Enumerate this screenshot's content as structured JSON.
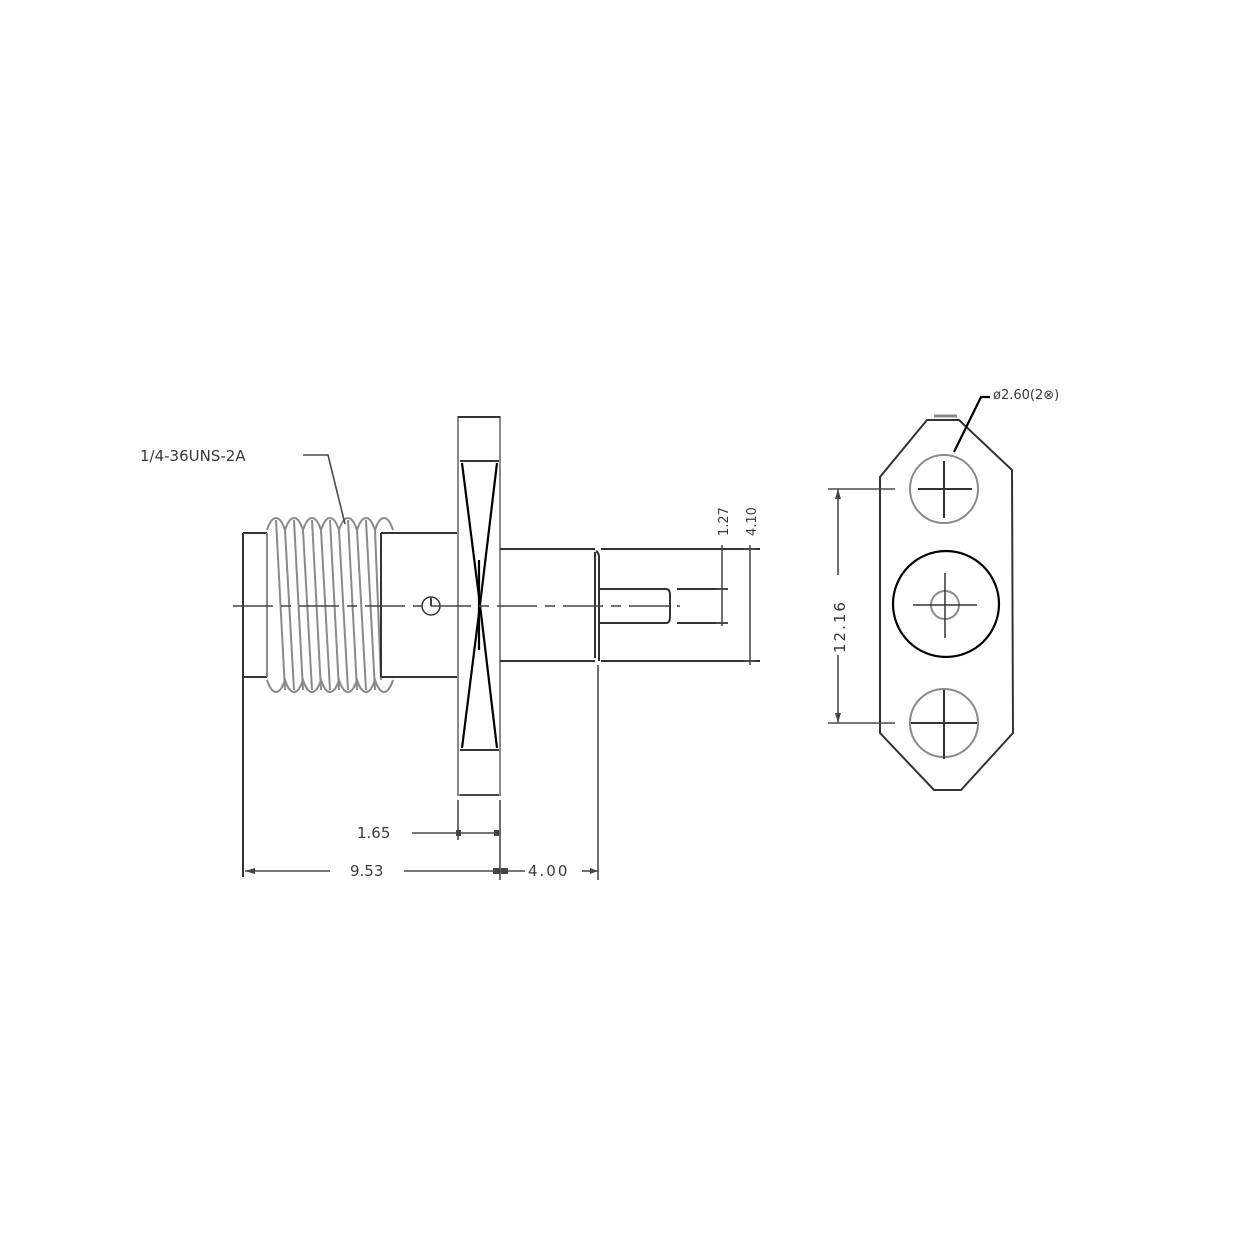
{
  "drawing": {
    "type": "connector-mechanical-drawing",
    "side_view": {
      "thread_callout": "1/4-36UNS-2A",
      "dimensions": {
        "flange_thickness": "1.65",
        "overall_front_length": "9.53",
        "rear_length": "4.00",
        "pin_diameter": "1.27",
        "body_diameter": "4.10"
      }
    },
    "front_view": {
      "hole_callout": "ø2.60(2⊗)",
      "hole_spacing": "12.16"
    },
    "colors": {
      "line": "#333333",
      "hidden_grey": "#8a8a8a",
      "text": "#3a3a3a",
      "background": "#ffffff"
    }
  }
}
